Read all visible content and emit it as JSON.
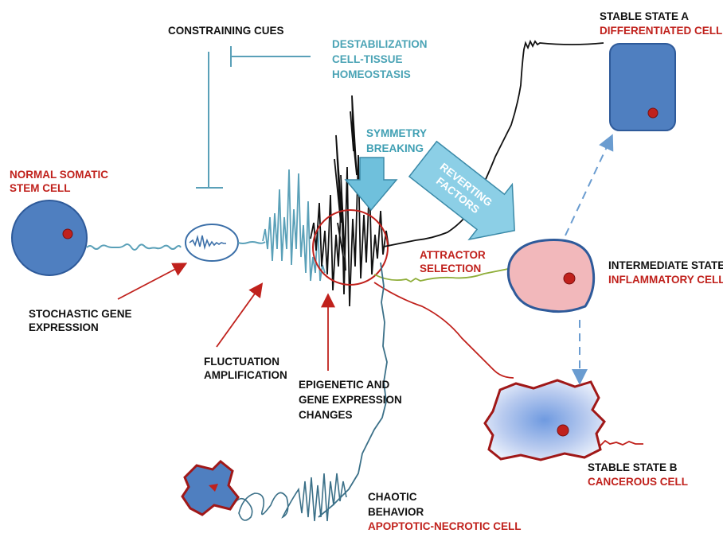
{
  "labels": {
    "constraining_cues": "CONSTRAINING CUES",
    "destabilization": [
      "DESTABILIZATION",
      "CELL-TISSUE",
      "HOMEOSTASIS"
    ],
    "stable_state_a": "STABLE STATE  A",
    "differentiated_cell": "DIFFERENTIATED CELL",
    "normal_somatic": [
      "NORMAL SOMATIC",
      "STEM CELL"
    ],
    "symmetry_breaking": [
      "SYMMETRY",
      "BREAKING"
    ],
    "reverting_factors": [
      "REVERTING",
      "FACTORS"
    ],
    "attractor_selection": [
      "ATTRACTOR",
      "SELECTION"
    ],
    "intermediate_state": "INTERMEDIATE STATE",
    "inflammatory_cell": "INFLAMMATORY CELL",
    "stochastic": [
      "STOCHASTIC GENE",
      "EXPRESSION"
    ],
    "fluctuation": [
      "FLUCTUATION",
      "AMPLIFICATION"
    ],
    "epigenetic": [
      "EPIGENETIC AND",
      "GENE EXPRESSION",
      "CHANGES"
    ],
    "stable_state_b": "STABLE STATE  B",
    "cancerous_cell": "CANCEROUS CELL",
    "chaotic": [
      "CHAOTIC",
      "BEHAVIOR"
    ],
    "apoptotic": "APOPTOTIC-NECROTIC CELL"
  },
  "colors": {
    "label_black": "#111111",
    "label_red": "#c0211c",
    "label_teal": "#4aa3b5",
    "cell_blue": "#4f7fc0",
    "cell_pink": "#f2b8bb",
    "line_teal": "#5aa0b8",
    "line_green": "#8fae3a"
  }
}
